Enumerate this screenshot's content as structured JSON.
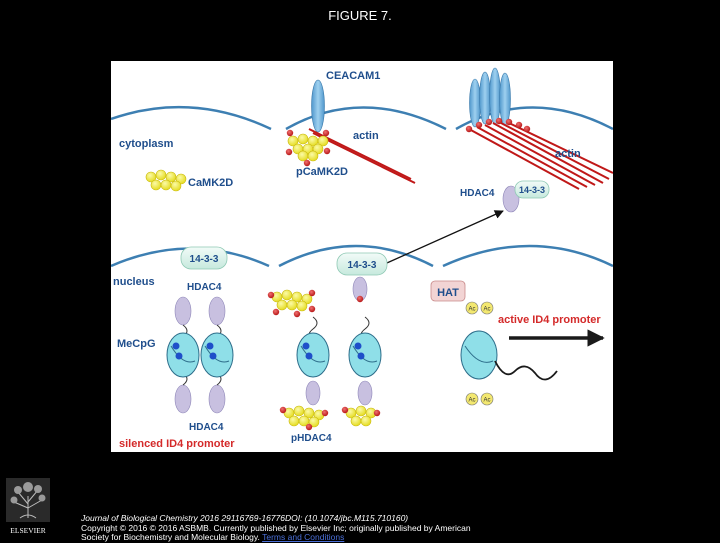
{
  "page": {
    "title": "FIGURE 7."
  },
  "diagram": {
    "labels": {
      "ceacam1": "CEACAM1",
      "actin_left": "actin",
      "actin_right": "actin",
      "cytoplasm": "cytoplasm",
      "camk2d": "CaMK2D",
      "pcamk2d": "pCaMK2D",
      "hdac4_cyto": "HDAC4",
      "box_1433_right": "14-3-3",
      "box_1433_left": "14-3-3",
      "box_1433_mid": "14-3-3",
      "nucleus": "nucleus",
      "hdac4_nuc": "HDAC4",
      "hat": "HAT",
      "active_promoter": "active ID4 promoter",
      "mecpg": "MeCpG",
      "hdac4_bottom": "HDAC4",
      "phdac4": "pHDAC4",
      "silenced_promoter": "silenced ID4 promoter",
      "ac": "Ac"
    },
    "colors": {
      "membrane": "#3d7fb2",
      "receptor": "#6aaed8",
      "actin": "#c01818",
      "label_blue": "#1f4e8c",
      "label_red": "#d42a2a",
      "yellow_ball": "#f2ee3a",
      "red_ball": "#d22b2b",
      "box_1433": "#dff4ee",
      "hdac4_oval": "#c8c0e0",
      "nucleosome": "#8fdfe8",
      "hat_box": "#f2d4d4",
      "ac_circle": "#f3e870"
    }
  },
  "footer": {
    "journal": "Journal of Biological Chemistry 2016 29116769-16776DOI: (10.1074/jbc.M115.710160)",
    "copyright": "Copyright © 2016 © 2016 ASBMB. Currently published by Elsevier Inc; originally published by American",
    "society": "Society for Biochemistry and Molecular Biology.",
    "terms_link": "Terms and Conditions"
  },
  "logo": {
    "brand": "ELSEVIER"
  }
}
